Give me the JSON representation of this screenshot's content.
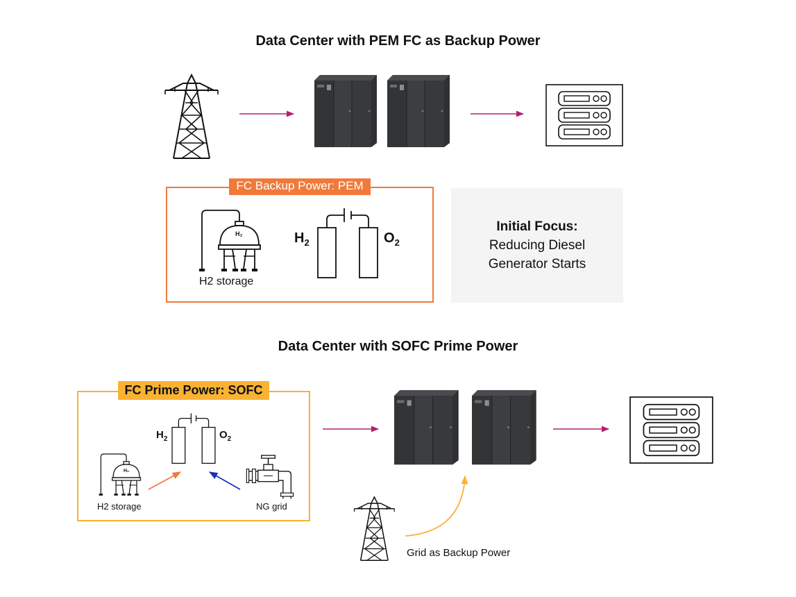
{
  "top": {
    "title": "Data Center with PEM FC as Backup Power",
    "fc_box_label": "FC Backup Power: PEM",
    "storage_label": "H2 storage",
    "tank_mark": "H₂",
    "cell_left": "H",
    "cell_left_sub": "2",
    "cell_right": "O",
    "cell_right_sub": "2",
    "focus_heading": "Initial Focus:",
    "focus_line1": "Reducing Diesel",
    "focus_line2": "Generator Starts"
  },
  "bottom": {
    "title": "Data Center with SOFC Prime Power",
    "fc_box_label": "FC Prime Power: SOFC",
    "storage_label": "H2 storage",
    "tank_mark": "H₂",
    "cell_left": "H",
    "cell_left_sub": "2",
    "cell_right": "O",
    "cell_right_sub": "2",
    "ng_label": "NG grid",
    "grid_backup_label": "Grid as Backup Power"
  },
  "colors": {
    "flow_arrow": "#b0226e",
    "pem_box": "#f07a3a",
    "sofc_box": "#f9b233",
    "h2_feed_arrow": "#f07a3a",
    "ng_feed_arrow": "#1f2db8",
    "grid_backup_arrow": "#f9b233",
    "cabinet": "#3a3b3d",
    "focus_bg": "#f3f4f3"
  },
  "icons": [
    "transmission-tower-icon",
    "ups-cabinet-icon",
    "server-rack-icon",
    "hydrogen-tank-icon",
    "fuel-cell-icon",
    "gas-pipe-valve-icon"
  ]
}
